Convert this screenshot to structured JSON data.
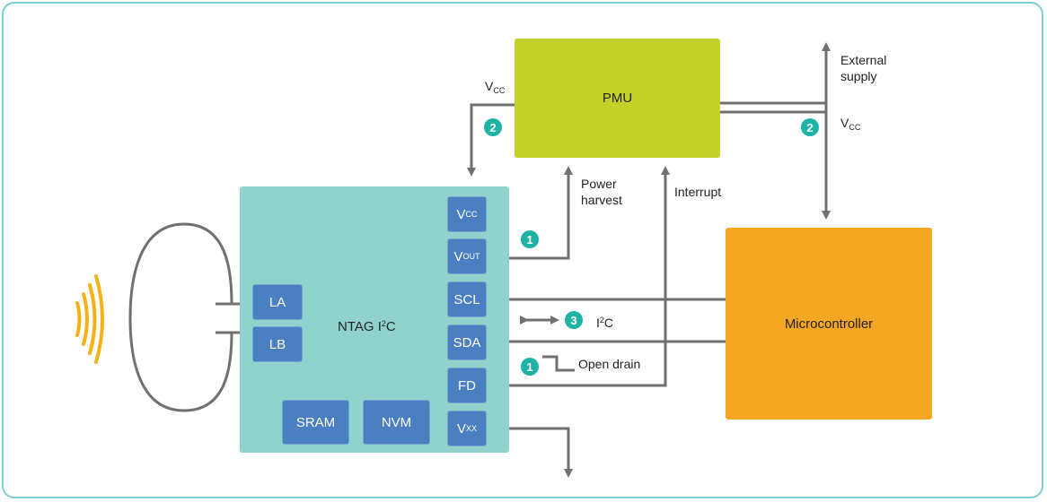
{
  "blocks": {
    "pmu": "PMU",
    "ntag": "NTAG I",
    "ntag_sup": "2",
    "ntag_suffix": "C",
    "microcontroller": "Microcontroller"
  },
  "pins": {
    "vcc_main": "V",
    "vcc_sub": "CC",
    "vout_main": "V",
    "vout_sub": "OUT",
    "scl": "SCL",
    "sda": "SDA",
    "fd": "FD",
    "vxx_main": "V",
    "vxx_sub": "XX",
    "la": "LA",
    "lb": "LB",
    "sram": "SRAM",
    "nvm": "NVM"
  },
  "labels": {
    "vcc_left_main": "V",
    "vcc_left_sub": "CC",
    "vcc_right_main": "V",
    "vcc_right_sub": "CC",
    "external_supply_1": "External",
    "external_supply_2": "supply",
    "power_harvest_1": "Power",
    "power_harvest_2": "harvest",
    "interrupt": "Interrupt",
    "i2c_main": "I",
    "i2c_sup": "2",
    "i2c_suffix": "C",
    "open_drain": "Open drain"
  },
  "badges": {
    "b_pmu_left": "2",
    "b_pmu_right": "2",
    "b_vout": "1",
    "b_i2c": "3",
    "b_fd": "1"
  },
  "colors": {
    "pmu": "#c3d22a",
    "ntag": "#8fd3cc",
    "pin": "#4a7fc1",
    "microcontroller": "#f5a623",
    "wire": "#707070",
    "badge": "#1fb3a6",
    "rf_waves": "#f5b216",
    "border": "#7ccfd0"
  }
}
